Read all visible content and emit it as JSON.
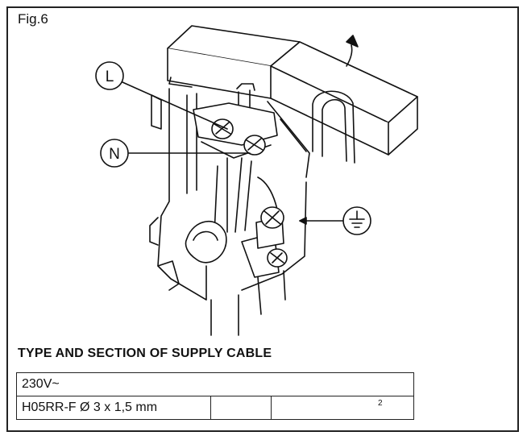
{
  "figure": {
    "label": "Fig.6"
  },
  "callouts": {
    "live": "L",
    "neutral": "N"
  },
  "icons": {
    "earth": "earth-ground-symbol-icon",
    "lift_arrow": "curved-arrow-up-icon"
  },
  "section": {
    "title": "TYPE AND SECTION OF SUPPLY CABLE"
  },
  "table": {
    "row1": "230V~",
    "row2": {
      "cable": "H05RR-F Ø 3 x 1,5 mm",
      "empty1": "",
      "empty2": "",
      "superscript": "2"
    }
  }
}
